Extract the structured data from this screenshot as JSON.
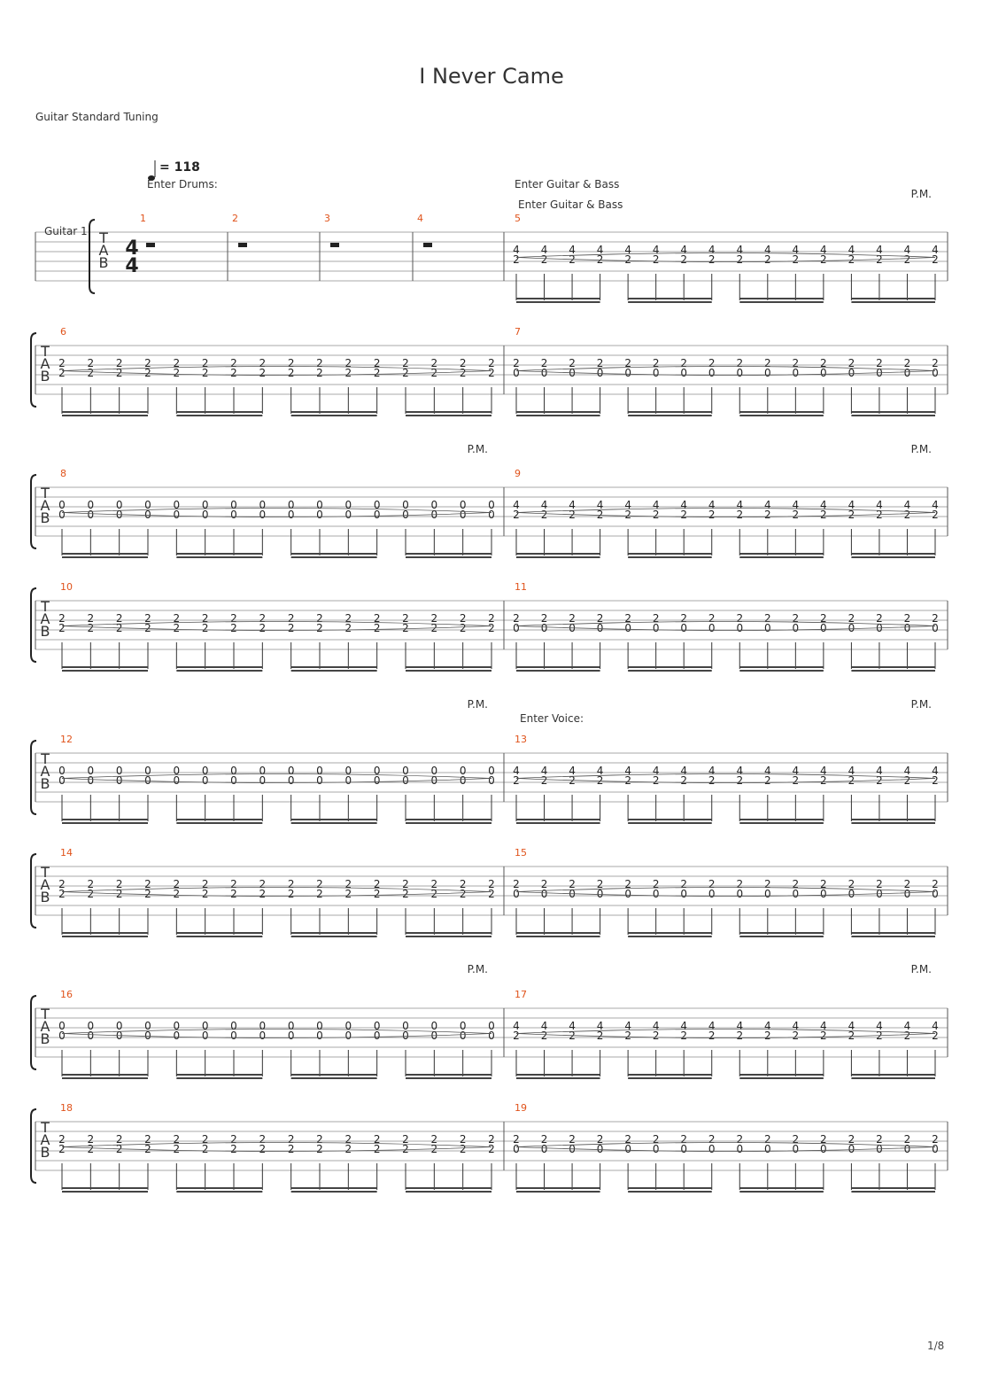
{
  "title": "I Never Came",
  "tuning": "Guitar Standard Tuning",
  "track_name": "Guitar 1",
  "tempo": "= 118",
  "time_signature": {
    "top": "4",
    "bottom": "4"
  },
  "tab_clef": [
    "T",
    "A",
    "B"
  ],
  "page_number": "1/8",
  "colors": {
    "measure_number": "#e0531b",
    "staff_line": "#aaaaaa",
    "ink": "#222222"
  },
  "palm_mute": "P.M.",
  "systems": [
    {
      "measures": [
        {
          "number": "1",
          "rest": true
        },
        {
          "number": "2",
          "rest": true
        },
        {
          "number": "3",
          "rest": true
        },
        {
          "number": "4",
          "rest": true
        }
      ],
      "markers": [
        {
          "text": "Enter Drums:",
          "measure": 0
        }
      ],
      "pm_after": [],
      "second": {
        "number": "5",
        "notes": [
          "4",
          "2"
        ],
        "marker": "Enter Guitar & Bass",
        "pm": true
      }
    },
    {
      "first": {
        "number": "6",
        "notes": [
          "2",
          "2"
        ],
        "pm": false
      },
      "second": {
        "number": "7",
        "notes": [
          "2",
          "0"
        ],
        "pm": false
      }
    },
    {
      "first": {
        "number": "8",
        "notes": [
          "0",
          "0"
        ],
        "pm": true
      },
      "second": {
        "number": "9",
        "notes": [
          "4",
          "2"
        ],
        "pm": true
      }
    },
    {
      "first": {
        "number": "10",
        "notes": [
          "2",
          "2"
        ],
        "pm": false
      },
      "second": {
        "number": "11",
        "notes": [
          "2",
          "0"
        ],
        "pm": false
      }
    },
    {
      "first": {
        "number": "12",
        "notes": [
          "0",
          "0"
        ],
        "pm": true
      },
      "second": {
        "number": "13",
        "notes": [
          "4",
          "2"
        ],
        "pm": true,
        "marker": "Enter Voice:"
      }
    },
    {
      "first": {
        "number": "14",
        "notes": [
          "2",
          "2"
        ],
        "pm": false
      },
      "second": {
        "number": "15",
        "notes": [
          "2",
          "0"
        ],
        "pm": false
      }
    },
    {
      "first": {
        "number": "16",
        "notes": [
          "0",
          "0"
        ],
        "pm": true
      },
      "second": {
        "number": "17",
        "notes": [
          "4",
          "2"
        ],
        "pm": true
      }
    },
    {
      "first": {
        "number": "18",
        "notes": [
          "2",
          "2"
        ],
        "pm": false
      },
      "second": {
        "number": "19",
        "notes": [
          "2",
          "0"
        ],
        "pm": false
      }
    }
  ]
}
